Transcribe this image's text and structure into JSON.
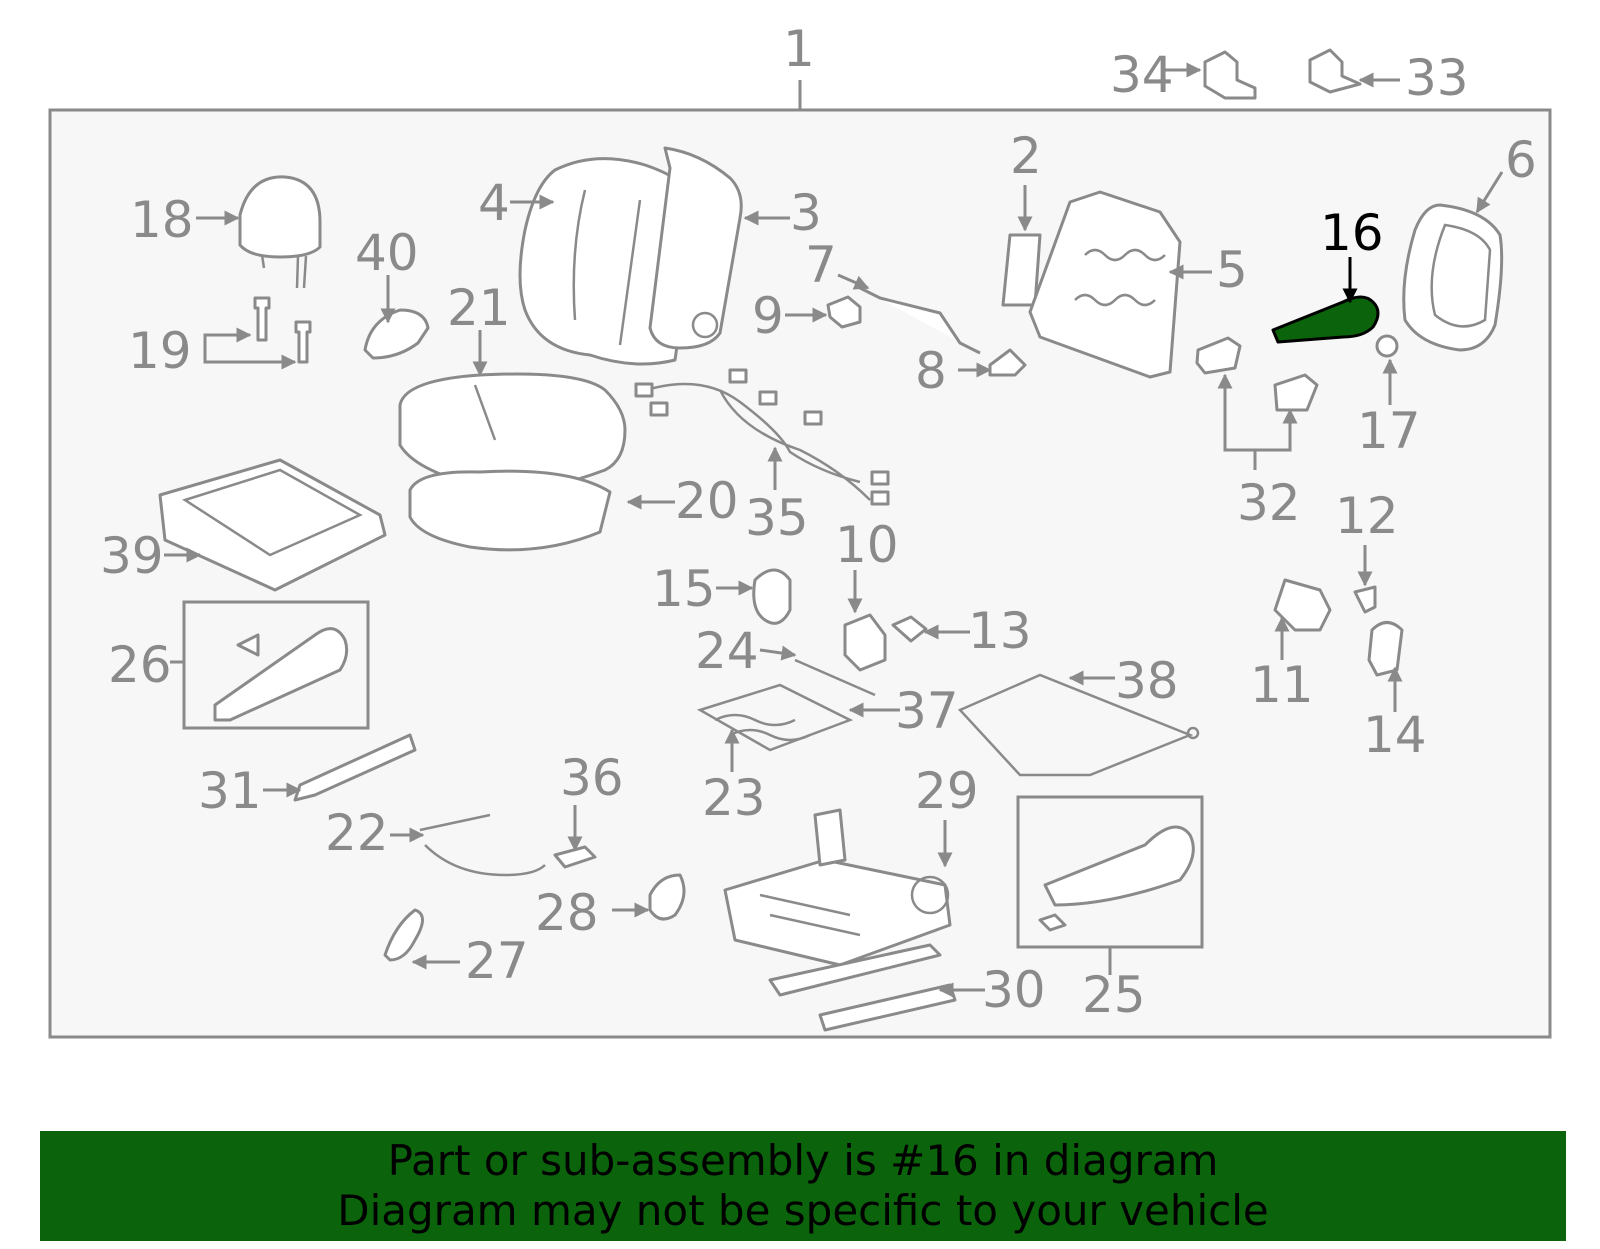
{
  "diagram": {
    "highlight_part": "16",
    "highlight_color": "#0b640b",
    "callouts": [
      "1",
      "2",
      "3",
      "4",
      "5",
      "6",
      "7",
      "8",
      "9",
      "10",
      "11",
      "12",
      "13",
      "14",
      "15",
      "16",
      "17",
      "18",
      "19",
      "20",
      "21",
      "22",
      "23",
      "24",
      "25",
      "26",
      "27",
      "28",
      "29",
      "30",
      "31",
      "32",
      "33",
      "34",
      "35",
      "36",
      "37",
      "38",
      "39",
      "40"
    ]
  },
  "banner": {
    "line1": "Part or sub-assembly is #16 in diagram",
    "line2": "Diagram may not be specific to your vehicle",
    "background": "#0b640b"
  }
}
